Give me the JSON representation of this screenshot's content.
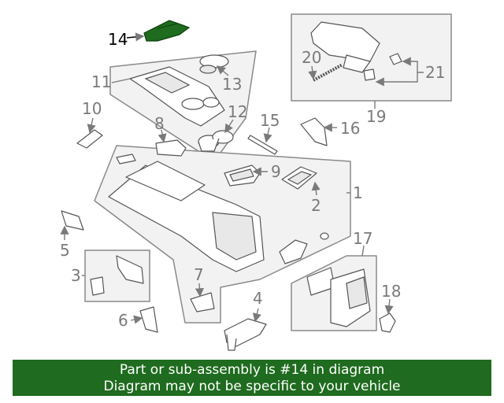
{
  "callouts": [
    "1",
    "2",
    "3",
    "4",
    "5",
    "6",
    "7",
    "8",
    "9",
    "10",
    "11",
    "12",
    "13",
    "14",
    "15",
    "16",
    "17",
    "18",
    "19",
    "20",
    "21"
  ],
  "highlighted_part": "14",
  "colors": {
    "highlight_fill": "#1f6b1f",
    "banner_background": "#1f6b1f",
    "banner_text": "#ffffff",
    "label_gray": "#7a7a7a"
  },
  "banner": {
    "line1": "Part or sub-assembly is #14 in diagram",
    "line2": "Diagram may not be specific to your vehicle"
  }
}
